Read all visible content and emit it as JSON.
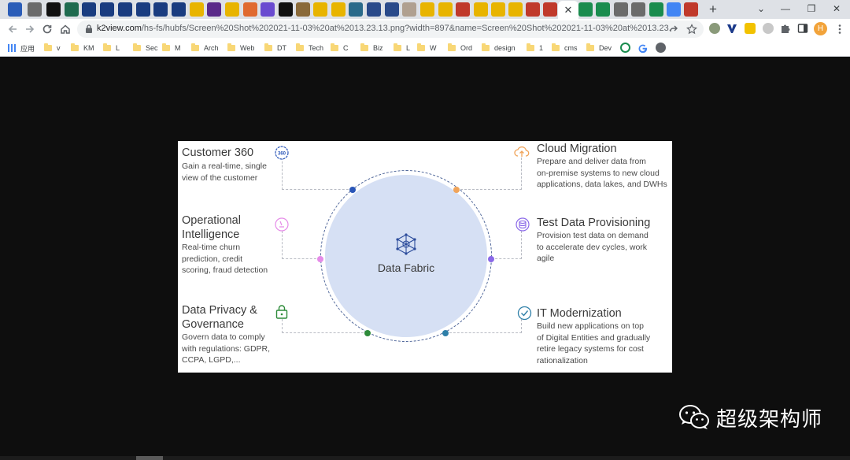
{
  "browser": {
    "active_tab_close": "✕",
    "new_tab": "+",
    "window_controls": [
      "⌄",
      "—",
      "❐",
      "✕"
    ],
    "url_host": "k2view.com",
    "url_path": "/hs-fs/hubfs/Screen%20Shot%202021-11-03%20at%2013.23.13.png?width=897&name=Screen%20Shot%202021-11-03%20at%2013.23.13...",
    "avatar_initial": "H",
    "bookmarks": [
      "应用",
      "v",
      "KM",
      "L",
      "Sec",
      "M",
      "Arch",
      "Web",
      "DT",
      "Tech",
      "C",
      "Biz",
      "L",
      "W",
      "Ord",
      "design",
      "1",
      "cms",
      "Dev"
    ]
  },
  "slide": {
    "center_label": "Data Fabric",
    "items": [
      {
        "id": "customer360",
        "title": "Customer 360",
        "desc": [
          "Gain a real-time, single",
          "view of the customer"
        ],
        "icon_text": "360",
        "color": "#2a56b8"
      },
      {
        "id": "cloud",
        "title": "Cloud Migration",
        "desc": [
          "Prepare and deliver data from",
          "on-premise systems to new cloud",
          "applications, data lakes, and DWHs"
        ],
        "icon": "cloud-upload-icon",
        "color": "#f0a45a"
      },
      {
        "id": "opintel",
        "title": [
          "Operational",
          "Intelligence"
        ],
        "desc": [
          "Real-time churn",
          "prediction, credit",
          "scoring, fraud detection"
        ],
        "icon": "gauge-icon",
        "color": "#e58be8"
      },
      {
        "id": "testdata",
        "title": "Test Data Provisioning",
        "desc": [
          "Provision test data on demand",
          "to accelerate dev cycles, work",
          "agile"
        ],
        "icon": "database-icon",
        "color": "#8a68e8"
      },
      {
        "id": "privacy",
        "title": [
          "Data Privacy &",
          "Governance"
        ],
        "desc": [
          "Govern data to comply",
          "with regulations: GDPR,",
          "CCPA, LGPD,..."
        ],
        "icon": "lock-icon",
        "color": "#2e8b3a"
      },
      {
        "id": "itmod",
        "title": "IT Modernization",
        "desc": [
          "Build new applications on top",
          "of Digital Entities and gradually",
          "retire legacy systems  for cost",
          "rationalization"
        ],
        "icon": "check-circle-icon",
        "color": "#2e7fa8"
      }
    ]
  },
  "watermark": {
    "text": "超级架构师"
  }
}
